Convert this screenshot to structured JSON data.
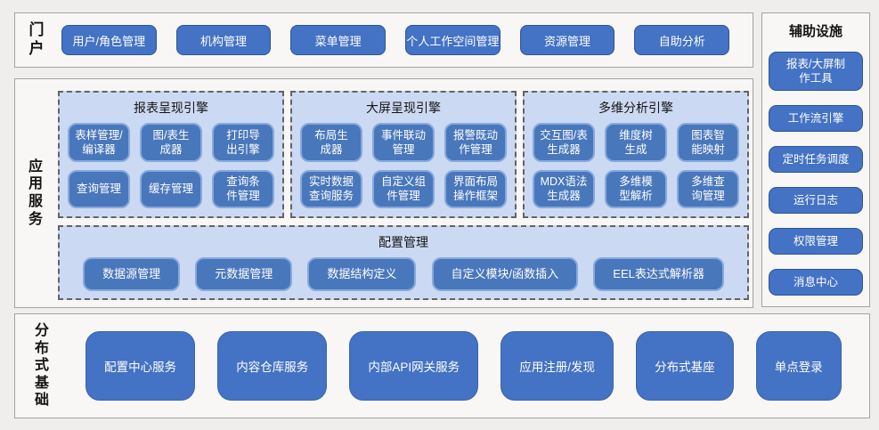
{
  "colors": {
    "page_background": "#efeeec",
    "section_background": "#f8f7f5",
    "section_border": "#a3a3a3",
    "primary_button_fill": "#4472c4",
    "primary_button_border": "#2f5597",
    "panel_fill": "#ccd9f2",
    "panel_dashed_border": "#646464",
    "panel_button_fill": "#4977bc",
    "panel_button_border": "#87a9dc",
    "button_text": "#ffffff",
    "label_text": "#141414"
  },
  "portal": {
    "label": "门户",
    "buttons": [
      "用户/角色管理",
      "机构管理",
      "菜单管理",
      "个人工作空间管理",
      "资源管理",
      "自助分析"
    ]
  },
  "app": {
    "label": "应用服务",
    "engines": [
      {
        "title": "报表呈现引擎",
        "buttons": [
          "表样管理/\n编译器",
          "图/表生\n成器",
          "打印导\n出引擎",
          "查询管理",
          "缓存管理",
          "查询条\n件管理"
        ]
      },
      {
        "title": "大屏呈现引擎",
        "buttons": [
          "布局生\n成器",
          "事件联动\n管理",
          "报警既动\n作管理",
          "实时数据\n查询服务",
          "自定义组\n件管理",
          "界面布局\n操作框架"
        ]
      },
      {
        "title": "多维分析引擎",
        "buttons": [
          "交互图/表\n生成器",
          "维度树\n生成",
          "图表智\n能映射",
          "MDX语法\n生成器",
          "多维模\n型解析",
          "多维查\n询管理"
        ]
      }
    ],
    "config": {
      "title": "配置管理",
      "buttons": [
        "数据源管理",
        "元数据管理",
        "数据结构定义",
        "自定义模块/函数插入",
        "EEL表达式解析器"
      ]
    }
  },
  "aux": {
    "title": "辅助设施",
    "buttons": [
      "报表/大屏制\n作工具",
      "工作流引擎",
      "定时任务调度",
      "运行日志",
      "权限管理",
      "消息中心"
    ]
  },
  "dist": {
    "label": "分布式基础",
    "buttons": [
      "配置中心服务",
      "内容仓库服务",
      "内部API网关服务",
      "应用注册/发现",
      "分布式基座",
      "单点登录"
    ]
  }
}
